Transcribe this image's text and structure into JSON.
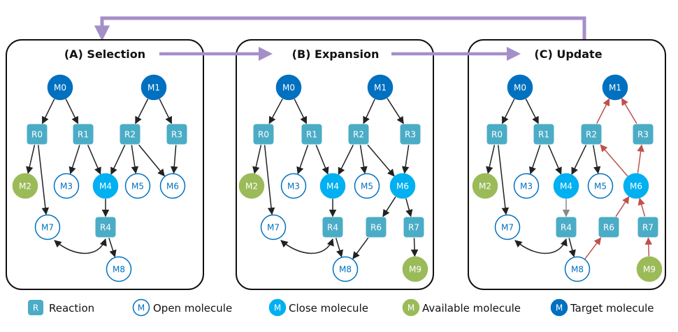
{
  "panels": [
    {
      "title": "(A) Selection",
      "nodes": {
        "M0": "M0",
        "M1": "M1",
        "R0": "R0",
        "R1": "R1",
        "R2": "R2",
        "R3": "R3",
        "M2": "M2",
        "M3": "M3",
        "M4": "M4",
        "M5": "M5",
        "M6": "M6",
        "M7": "M7",
        "R4": "R4",
        "M8": "M8"
      }
    },
    {
      "title": "(B) Expansion",
      "nodes": {
        "M0": "M0",
        "M1": "M1",
        "R0": "R0",
        "R1": "R1",
        "R2": "R2",
        "R3": "R3",
        "M2": "M2",
        "M3": "M3",
        "M4": "M4",
        "M5": "M5",
        "M6": "M6",
        "M7": "M7",
        "R4": "R4",
        "R6": "R6",
        "R7": "R7",
        "M8": "M8",
        "M9": "M9"
      }
    },
    {
      "title": "(C) Update",
      "nodes": {
        "M0": "M0",
        "M1": "M1",
        "R0": "R0",
        "R1": "R1",
        "R2": "R2",
        "R3": "R3",
        "M2": "M2",
        "M3": "M3",
        "M4": "M4",
        "M5": "M5",
        "M6": "M6",
        "M7": "M7",
        "R4": "R4",
        "R6": "R6",
        "R7": "R7",
        "M8": "M8",
        "M9": "M9"
      }
    }
  ],
  "legend": {
    "reaction": {
      "symbol": "R",
      "label": "Reaction"
    },
    "open": {
      "symbol": "M",
      "label": "Open molecule"
    },
    "close": {
      "symbol": "M",
      "label": "Close molecule"
    },
    "available": {
      "symbol": "M",
      "label": "Available molecule"
    },
    "target": {
      "symbol": "M",
      "label": "Target molecule"
    }
  },
  "colors": {
    "reaction": "#4bacc6",
    "open_stroke": "#0070c0",
    "close": "#00b0f0",
    "available": "#9bbb59",
    "target": "#0070c0",
    "flow_arrow": "#a58fc9",
    "update_edge": "#c0504d"
  }
}
